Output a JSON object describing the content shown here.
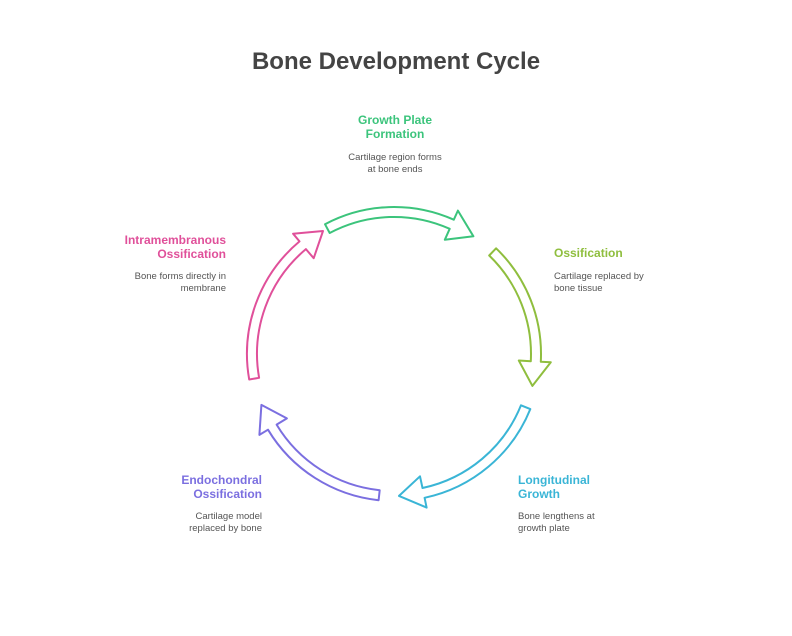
{
  "title": "Bone Development Cycle",
  "stages": [
    {
      "title": "Growth Plate\nFormation",
      "description": "Cartilage region forms\nat bone ends",
      "color": "#3cc47c"
    },
    {
      "title": "Ossification",
      "description": "Cartilage replaced by\nbone tissue",
      "color": "#8fbe3e"
    },
    {
      "title": "Longitudinal\nGrowth",
      "description": "Bone lengthens at\ngrowth plate",
      "color": "#3ab5d6"
    },
    {
      "title": "Endochondral\nOssification",
      "description": "Cartilage model\nreplaced by bone",
      "color": "#7b6fe0"
    },
    {
      "title": "Intramembranous\nOssification",
      "description": "Bone forms directly in\nmembrane",
      "color": "#e0509a"
    }
  ]
}
